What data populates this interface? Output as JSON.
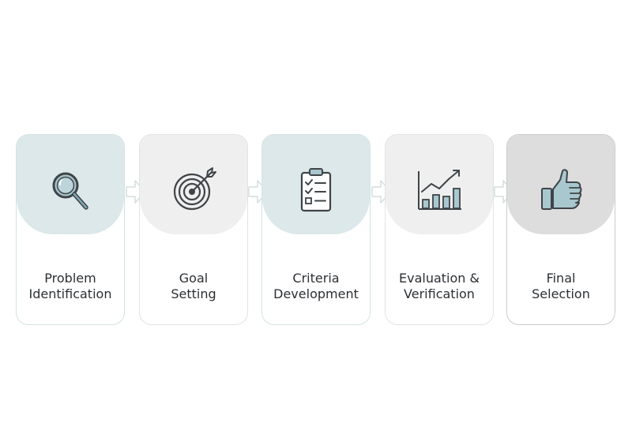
{
  "steps": [
    {
      "line1": "Problem",
      "line2": "Identification",
      "icon": "magnifier-icon"
    },
    {
      "line1": "Goal",
      "line2": "Setting",
      "icon": "target-icon"
    },
    {
      "line1": "Criteria",
      "line2": "Development",
      "icon": "clipboard-checklist-icon"
    },
    {
      "line1": "Evaluation &",
      "line2": "Verification",
      "icon": "bar-chart-trend-icon"
    },
    {
      "line1": "Final",
      "line2": "Selection",
      "icon": "thumbs-up-icon"
    }
  ],
  "colors": {
    "accent_teal": "#dce8ea",
    "neutral_light": "#efefef",
    "neutral_dark": "#dddddd",
    "icon_stroke": "#3f4448",
    "icon_fill": "#a9c7cf",
    "text": "#2b2f33"
  }
}
